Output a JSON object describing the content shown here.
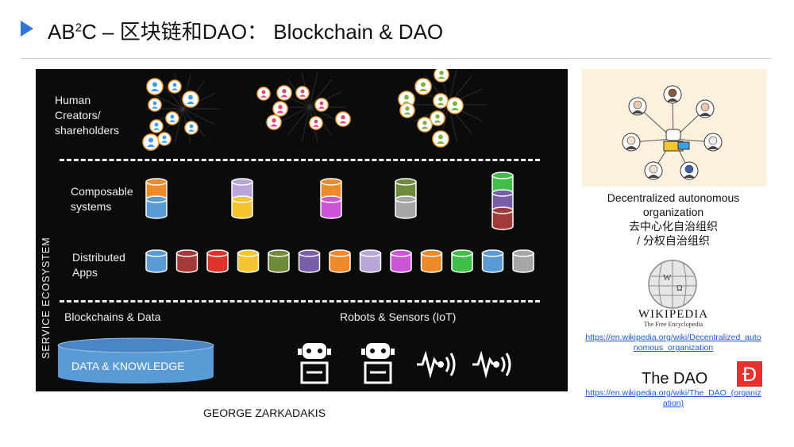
{
  "slide": {
    "title_prefix": "AB",
    "title_sup": "2",
    "title_rest": "C – 区块链和DAO： Blockchain & DAO"
  },
  "diagram": {
    "human_label": "Human\nCreators/\nshareholders",
    "composable_label": "Composable\nsystems",
    "distributed_label": "Distributed\nApps",
    "ecosystem_label": "SERVICE ECOSYSTEM",
    "blockchains_label": "Blockchains & Data",
    "robots_label": "Robots & Sensors (IoT)",
    "data_knowledge_label": "DATA & KNOWLEDGE",
    "colors": {
      "orange": "#ee8a2a",
      "blue": "#5b9bd5",
      "yellow": "#f2c531",
      "magenta": "#cc55d6",
      "olive": "#6f8a3a",
      "gray": "#a7a7a7",
      "green": "#3fbf4a",
      "purple": "#7a5ea8",
      "maroon": "#a33a3a",
      "red": "#e0322c",
      "lavender": "#b8a6d9",
      "pink": "#d966c8",
      "db": "#5b9bd5"
    },
    "composable_stacks": [
      [
        "orange",
        "blue"
      ],
      [
        "lavender",
        "yellow"
      ],
      [
        "orange",
        "magenta"
      ],
      [
        "olive",
        "gray"
      ],
      [
        "green",
        "purple",
        "maroon"
      ]
    ],
    "distributed_apps": [
      "blue",
      "maroon",
      "red",
      "yellow",
      "olive",
      "purple",
      "orange",
      "lavender",
      "magenta",
      "orange",
      "green",
      "blue",
      "gray"
    ],
    "people_groups": [
      {
        "icon": "blue-person-icon",
        "color": "#3d9ee8"
      },
      {
        "icon": "pink-person-icon",
        "color": "#e0447c"
      },
      {
        "icon": "green-person-icon",
        "color": "#7cb342"
      }
    ],
    "iot_icons": [
      "robot-icon",
      "robot-icon",
      "signal-icon",
      "signal-icon"
    ]
  },
  "author": "GEORGE ZARKADAKIS",
  "side": {
    "dao_caption": "Decentralized autonomous\norganization\n去中心化自治组织\n/  分权自治组织",
    "wiki_name": "WIKIPEDIA",
    "wiki_tag": "The Free Encyclopedia",
    "wiki_link": "https://en.wikipedia.org/wiki/Decentralized_autonomous_organization",
    "the_dao": "The DAO",
    "the_dao_link": "https://en.wikipedia.org/wiki/The_DAO_(organization)",
    "dao_logo_letter": "Ð"
  }
}
